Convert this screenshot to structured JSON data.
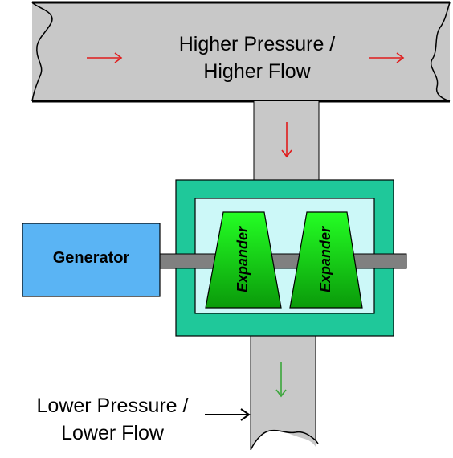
{
  "diagram": {
    "top_pipe_label_line1": "Higher Pressure /",
    "top_pipe_label_line2": "Higher Flow",
    "bottom_label_line1": "Lower Pressure /",
    "bottom_label_line2": "Lower Flow",
    "generator_label": "Generator",
    "expander_1_label": "Expander",
    "expander_2_label": "Expander"
  },
  "colors": {
    "pipe_fill": "#c8c8c8",
    "housing_outer": "#1fc89a",
    "housing_inner": "#ccf8f8",
    "expander_gradient_start": "#24ff24",
    "expander_gradient_end": "#0a9a0a",
    "generator_fill": "#5ab4f4",
    "shaft_fill": "#808080",
    "flow_arrow_top": "#e01c1c",
    "flow_arrow_bottom": "#3aa63a"
  },
  "icons": {
    "flow_direction": "arrow-right-icon",
    "flow_down": "arrow-down-icon",
    "callout": "arrow-right-icon"
  }
}
